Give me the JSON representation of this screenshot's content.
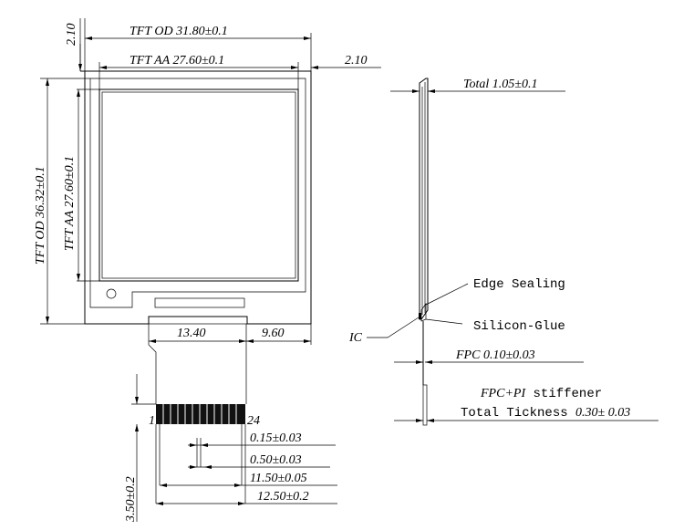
{
  "front_view": {
    "top_offset": "2.10",
    "tft_od_width": "TFT OD 31.80±0.1",
    "tft_aa_width": "TFT AA 27.60±0.1",
    "right_offset": "2.10",
    "tft_od_height": "TFT OD 36.32±0.1",
    "tft_aa_height": "TFT AA 27.60±0.1",
    "fpc_left_width": "13.40",
    "fpc_right_width": "9.60"
  },
  "connector": {
    "pin_first": "1",
    "pin_last": "24",
    "pin_width": "0.15±0.03",
    "pitch": "0.50±0.03",
    "pin_span": "11.50±0.05",
    "total_span": "12.50±0.2",
    "height": "3.50±0.2"
  },
  "side_view": {
    "total_thickness": "Total 1.05±0.1",
    "edge_sealing": "Edge Sealing",
    "ic": "IC",
    "silicon_glue": "Silicon-Glue",
    "fpc_thickness": "FPC 0.10±0.03",
    "stiffener_prefix": "FPC+PI",
    "stiffener_suffix": " stiffener",
    "stiffener_total_prefix": "Total Tickness ",
    "stiffener_total_value": "0.30± 0.03"
  }
}
